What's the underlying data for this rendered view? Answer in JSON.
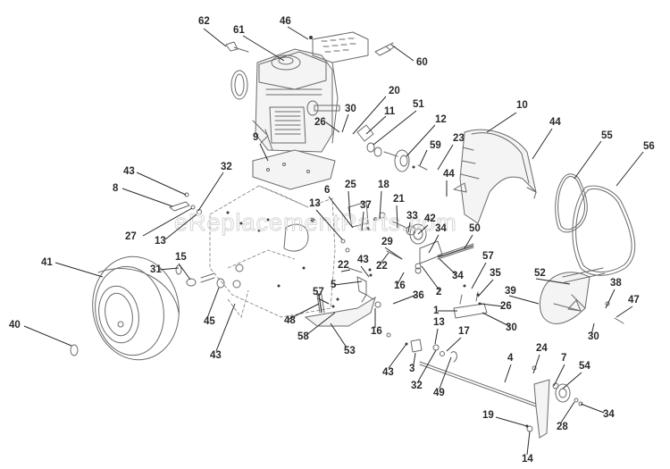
{
  "diagram": {
    "title": "",
    "watermark": "eReplacementParts.com",
    "colors": {
      "line": "#6a6a6a",
      "label": "#2a2a2a",
      "watermark": "#d6d6d6",
      "background": "#ffffff"
    },
    "callouts": [
      {
        "id": "c62",
        "label": "62",
        "part": "fuel-cap-funnel"
      },
      {
        "id": "c61",
        "label": "61",
        "part": "engine"
      },
      {
        "id": "c46",
        "label": "46",
        "part": "engine-control-panel"
      },
      {
        "id": "c60",
        "label": "60",
        "part": "spark-plug"
      },
      {
        "id": "c20",
        "label": "20",
        "part": "pin"
      },
      {
        "id": "c30a",
        "label": "30",
        "part": "nut"
      },
      {
        "id": "c11",
        "label": "11",
        "part": "bracket"
      },
      {
        "id": "c51",
        "label": "51",
        "part": "washers"
      },
      {
        "id": "c12",
        "label": "12",
        "part": "engine-pulley"
      },
      {
        "id": "c26a",
        "label": "26",
        "part": "washer"
      },
      {
        "id": "c59",
        "label": "59",
        "part": "screw"
      },
      {
        "id": "c23",
        "label": "23",
        "part": "bolt"
      },
      {
        "id": "c10",
        "label": "10",
        "part": "belt-cover"
      },
      {
        "id": "c44a",
        "label": "44",
        "part": "screw"
      },
      {
        "id": "c44b",
        "label": "44",
        "part": "screw"
      },
      {
        "id": "c55",
        "label": "55",
        "part": "drive-belt"
      },
      {
        "id": "c56",
        "label": "56",
        "part": "auger-belt"
      },
      {
        "id": "c9",
        "label": "9",
        "part": "engine-mount-plate"
      },
      {
        "id": "c43a",
        "label": "43",
        "part": "nut"
      },
      {
        "id": "c8",
        "label": "8",
        "part": "bracket"
      },
      {
        "id": "c32a",
        "label": "32",
        "part": "washer"
      },
      {
        "id": "c27",
        "label": "27",
        "part": "pin"
      },
      {
        "id": "c13a",
        "label": "13",
        "part": "bushing"
      },
      {
        "id": "c6",
        "label": "6",
        "part": "spring"
      },
      {
        "id": "c13b",
        "label": "13",
        "part": "bushing"
      },
      {
        "id": "c25",
        "label": "25",
        "part": "bracket"
      },
      {
        "id": "c37",
        "label": "37",
        "part": "nut"
      },
      {
        "id": "c18",
        "label": "18",
        "part": "bolt"
      },
      {
        "id": "c21",
        "label": "21",
        "part": "bolt"
      },
      {
        "id": "c33",
        "label": "33",
        "part": "spacer"
      },
      {
        "id": "c42",
        "label": "42",
        "part": "idler-pulley"
      },
      {
        "id": "c34a",
        "label": "34",
        "part": "nut"
      },
      {
        "id": "c50",
        "label": "50",
        "part": "extension-spring"
      },
      {
        "id": "c29",
        "label": "29",
        "part": "washer"
      },
      {
        "id": "c22a",
        "label": "22",
        "part": "bolt"
      },
      {
        "id": "c43b",
        "label": "43",
        "part": "nut"
      },
      {
        "id": "c22b",
        "label": "22",
        "part": "bolt"
      },
      {
        "id": "c34b",
        "label": "34",
        "part": "nut"
      },
      {
        "id": "c16a",
        "label": "16",
        "part": "pin"
      },
      {
        "id": "c2",
        "label": "2",
        "part": "idler-arm"
      },
      {
        "id": "c57a",
        "label": "57",
        "part": "screw"
      },
      {
        "id": "c35",
        "label": "35",
        "part": "washer"
      },
      {
        "id": "c41",
        "label": "41",
        "part": "wheel"
      },
      {
        "id": "c31",
        "label": "31",
        "part": "pin"
      },
      {
        "id": "c15",
        "label": "15",
        "part": "bearing"
      },
      {
        "id": "c5",
        "label": "5",
        "part": "bracket"
      },
      {
        "id": "c36",
        "label": "36",
        "part": "nut"
      },
      {
        "id": "c1",
        "label": "1",
        "part": "bracket"
      },
      {
        "id": "c26b",
        "label": "26",
        "part": "washer"
      },
      {
        "id": "c30b",
        "label": "30",
        "part": "nut"
      },
      {
        "id": "c52",
        "label": "52",
        "part": "belt-guide"
      },
      {
        "id": "c39",
        "label": "39",
        "part": "screw"
      },
      {
        "id": "c38",
        "label": "38",
        "part": "pin"
      },
      {
        "id": "c47",
        "label": "47",
        "part": "spring"
      },
      {
        "id": "c30c",
        "label": "30",
        "part": "nut"
      },
      {
        "id": "c57b",
        "label": "57",
        "part": "screw"
      },
      {
        "id": "c48",
        "label": "48",
        "part": "spring"
      },
      {
        "id": "c58",
        "label": "58",
        "part": "screw"
      },
      {
        "id": "c45",
        "label": "45",
        "part": "bearing"
      },
      {
        "id": "c16b",
        "label": "16",
        "part": "pin"
      },
      {
        "id": "c53",
        "label": "53",
        "part": "brake-bracket"
      },
      {
        "id": "c40",
        "label": "40",
        "part": "valve-cap"
      },
      {
        "id": "c43c",
        "label": "43",
        "part": "nut"
      },
      {
        "id": "c13c",
        "label": "13",
        "part": "bushing"
      },
      {
        "id": "c17",
        "label": "17",
        "part": "spacer"
      },
      {
        "id": "c43d",
        "label": "43",
        "part": "nut"
      },
      {
        "id": "c3",
        "label": "3",
        "part": "bracket"
      },
      {
        "id": "c32b",
        "label": "32",
        "part": "washer"
      },
      {
        "id": "c49",
        "label": "49",
        "part": "clip"
      },
      {
        "id": "c4",
        "label": "4",
        "part": "shaft"
      },
      {
        "id": "c24",
        "label": "24",
        "part": "bolt"
      },
      {
        "id": "c7",
        "label": "7",
        "part": "spacer"
      },
      {
        "id": "c54",
        "label": "54",
        "part": "gear"
      },
      {
        "id": "c19",
        "label": "19",
        "part": "screw"
      },
      {
        "id": "c28",
        "label": "28",
        "part": "washer"
      },
      {
        "id": "c34c",
        "label": "34",
        "part": "nut"
      },
      {
        "id": "c14",
        "label": "14",
        "part": "bushing"
      }
    ]
  }
}
